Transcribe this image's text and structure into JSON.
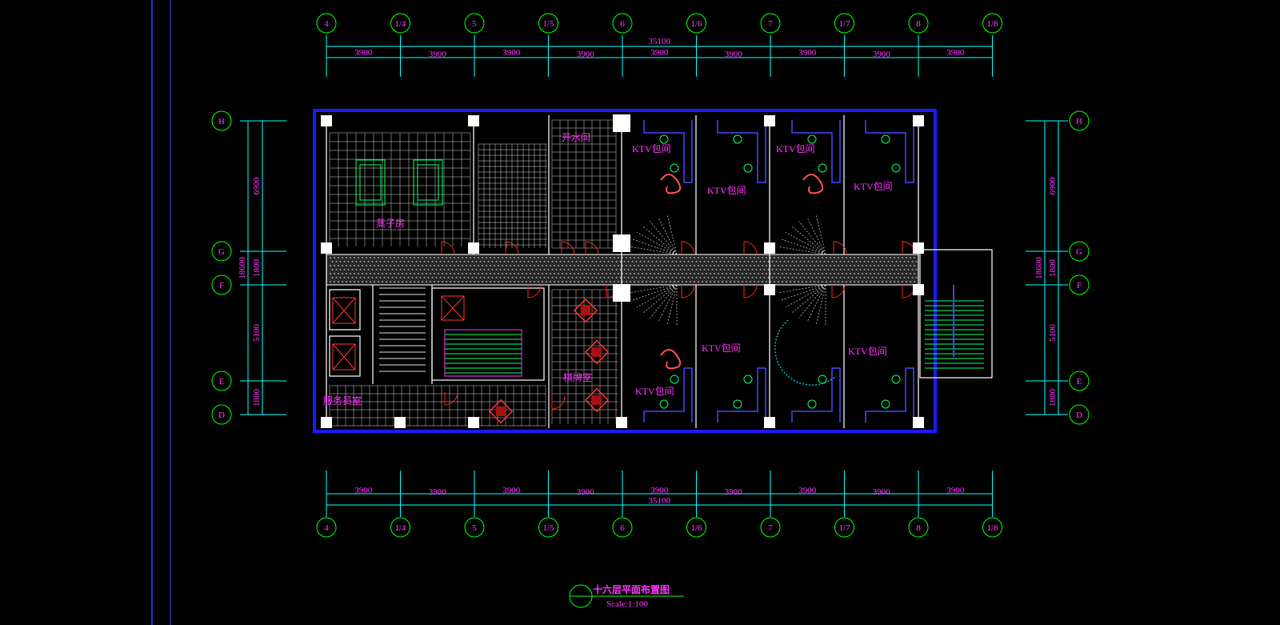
{
  "drawing": {
    "title": "十六层平面布置图",
    "scale": "Scale:1:100"
  },
  "columns": [
    "4",
    "1/4",
    "5",
    "1/5",
    "6",
    "1/6",
    "7",
    "1/7",
    "8",
    "1/8"
  ],
  "rows": [
    "H",
    "G",
    "F",
    "E",
    "D"
  ],
  "dimensions": {
    "horizontal_total": "35100",
    "horizontal_segments": [
      "3900",
      "3900",
      "3900",
      "3900",
      "3900",
      "3900",
      "3900",
      "3900",
      "3900"
    ],
    "vertical_total": "18600",
    "vertical_segments": [
      "6900",
      "1800",
      "5100",
      "1800"
    ]
  },
  "rooms": {
    "sauna": "蒸子房",
    "water_room": "开水间",
    "chess_room": "棋牌室",
    "staff_room": "服务员室",
    "ktv": "KTV包间"
  },
  "colors": {
    "background": "#000000",
    "axis_bubble": "#00ff00",
    "dimension_line": "#00ffff",
    "label_text": "#ff33ff",
    "outline": "#1a1aff",
    "door": "#ff2020",
    "wall": "#ffffff"
  }
}
